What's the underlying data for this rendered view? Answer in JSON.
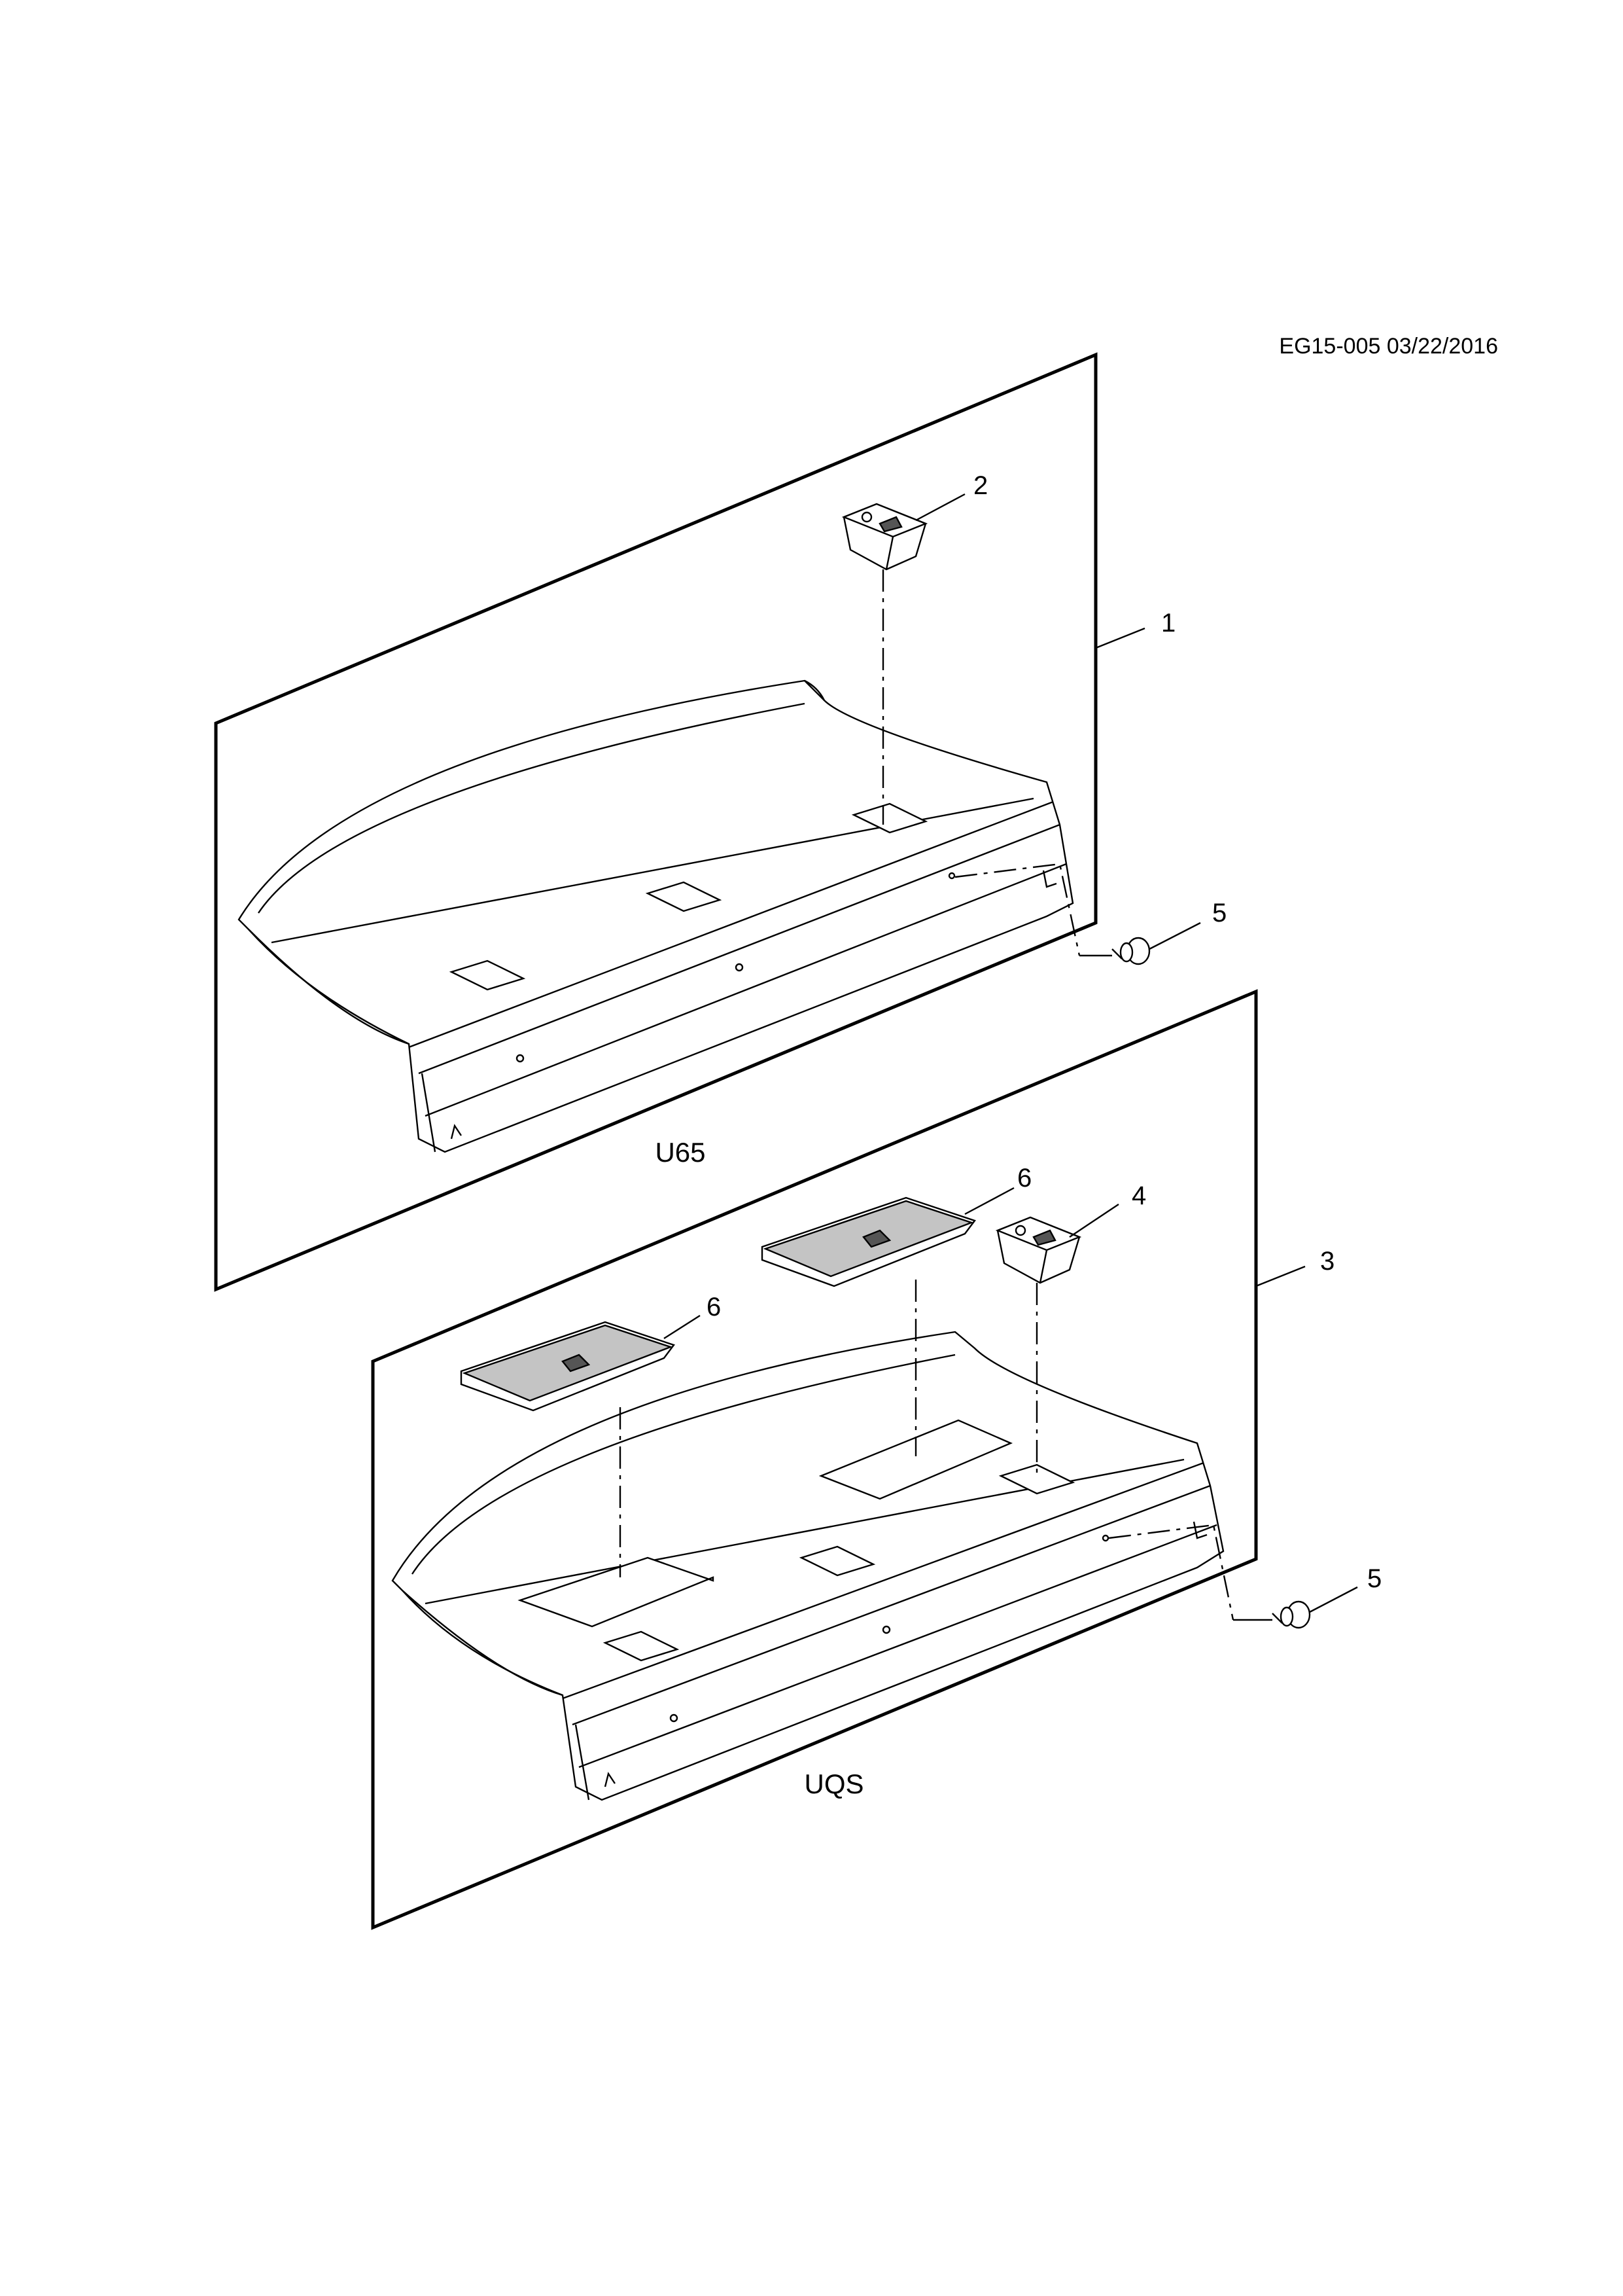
{
  "doc_ref": "EG15-005 03/22/2016",
  "panels": [
    {
      "id": "upper",
      "option_code": "U65"
    },
    {
      "id": "lower",
      "option_code": "UQS"
    }
  ],
  "callouts": [
    "1",
    "2",
    "3",
    "4",
    "5",
    "5",
    "6",
    "6"
  ]
}
